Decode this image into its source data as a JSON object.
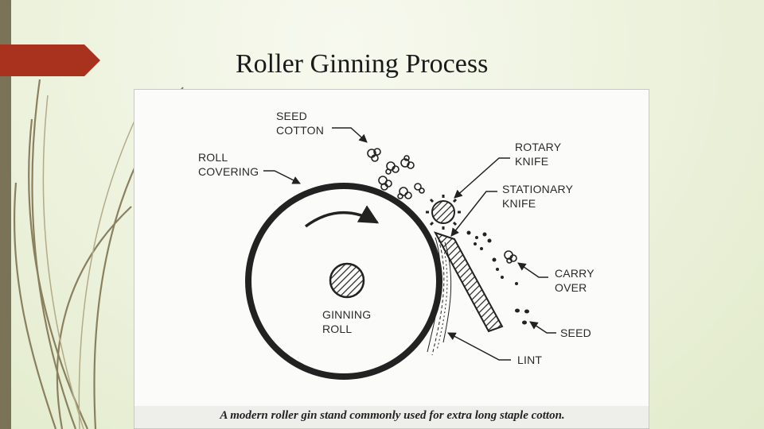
{
  "slide": {
    "title": "Roller Ginning Process"
  },
  "diagram": {
    "labels": {
      "seed_cotton": [
        "SEED",
        "COTTON"
      ],
      "roll_covering": [
        "ROLL",
        "COVERING"
      ],
      "rotary_knife": [
        "ROTARY",
        "KNIFE"
      ],
      "stationary_knife": [
        "STATIONARY",
        "KNIFE"
      ],
      "carry_over": [
        "CARRY",
        "OVER"
      ],
      "seed": [
        "SEED"
      ],
      "lint": [
        "LINT"
      ],
      "ginning_roll": [
        "GINNING",
        "ROLL"
      ]
    },
    "caption": "A modern roller gin stand commonly used for extra long staple cotton."
  },
  "colors": {
    "title_arrow": "#a8321d",
    "left_bar": "#7a7357"
  }
}
